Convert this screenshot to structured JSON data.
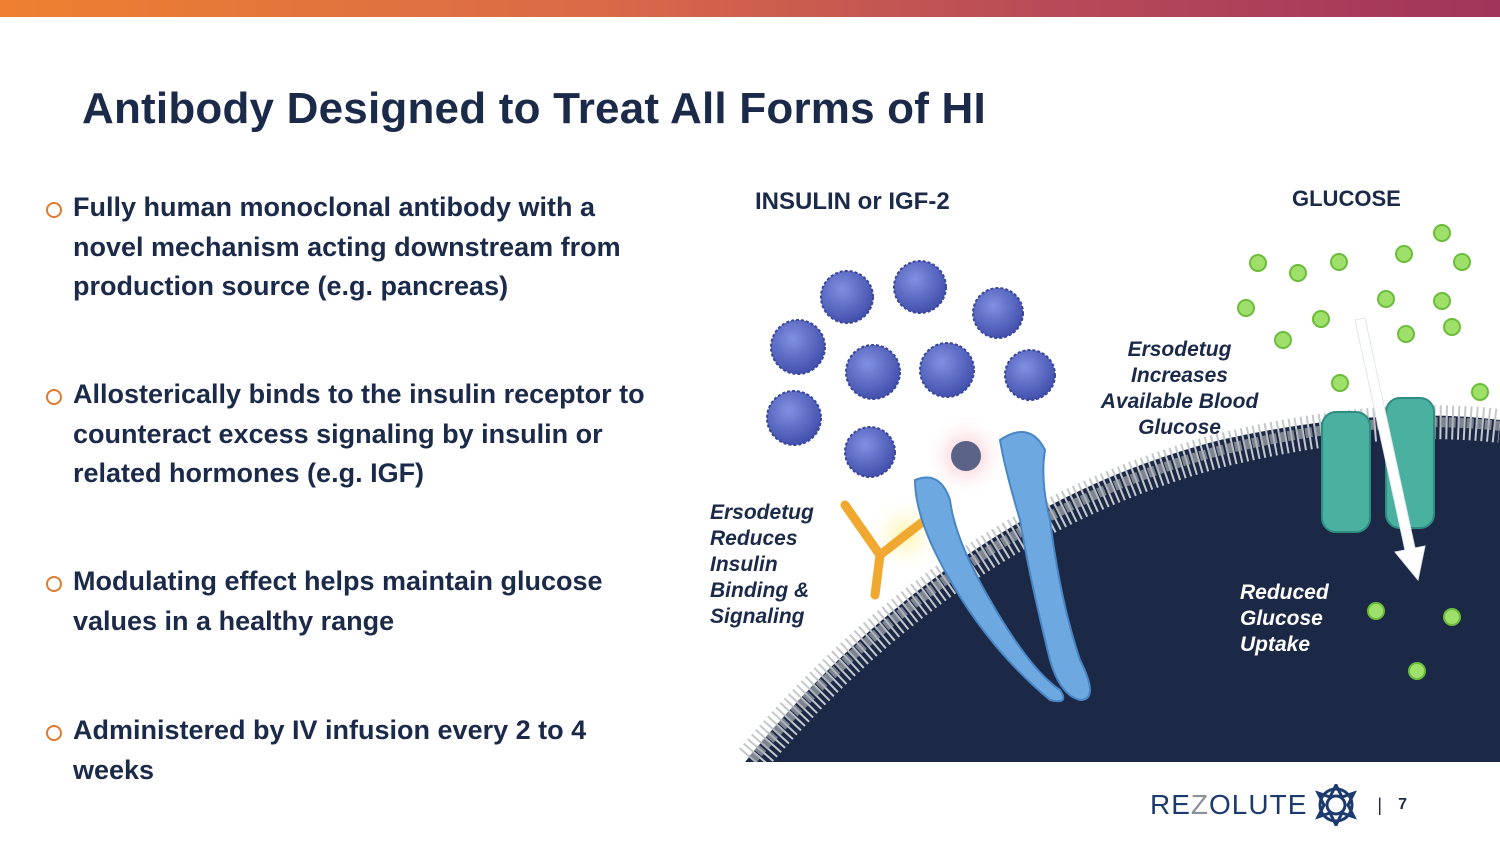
{
  "slide": {
    "title": "Antibody Designed to Treat All Forms of HI",
    "bullets": [
      {
        "text": "Fully human monoclonal antibody with a novel mechanism acting downstream from production source (e.g. pancreas)"
      },
      {
        "text": "Allosterically binds to the insulin receptor to counteract excess signaling by insulin or related hormones (e.g. IGF)"
      },
      {
        "text": "Modulating effect helps maintain glucose values in a healthy range"
      },
      {
        "text": "Administered by IV infusion every 2 to 4 weeks"
      }
    ],
    "bullet_icon": "circle-bullet-icon",
    "accent_color": "#e07a30",
    "title_color": "#1c2a4a"
  },
  "diagram": {
    "label_insulin": "INSULIN or IGF-2",
    "label_glucose": "GLUCOSE",
    "note_increases": "Ersodetug Increases Available Blood Glucose",
    "note_reduces": "Ersodetug Reduces Insulin Binding & Signaling",
    "note_uptake": "Reduced Glucose Uptake"
  },
  "footer": {
    "logo_pre": "RE",
    "logo_z": "Z",
    "logo_post": "OLUTE",
    "separator": "|",
    "page_number": "7"
  }
}
